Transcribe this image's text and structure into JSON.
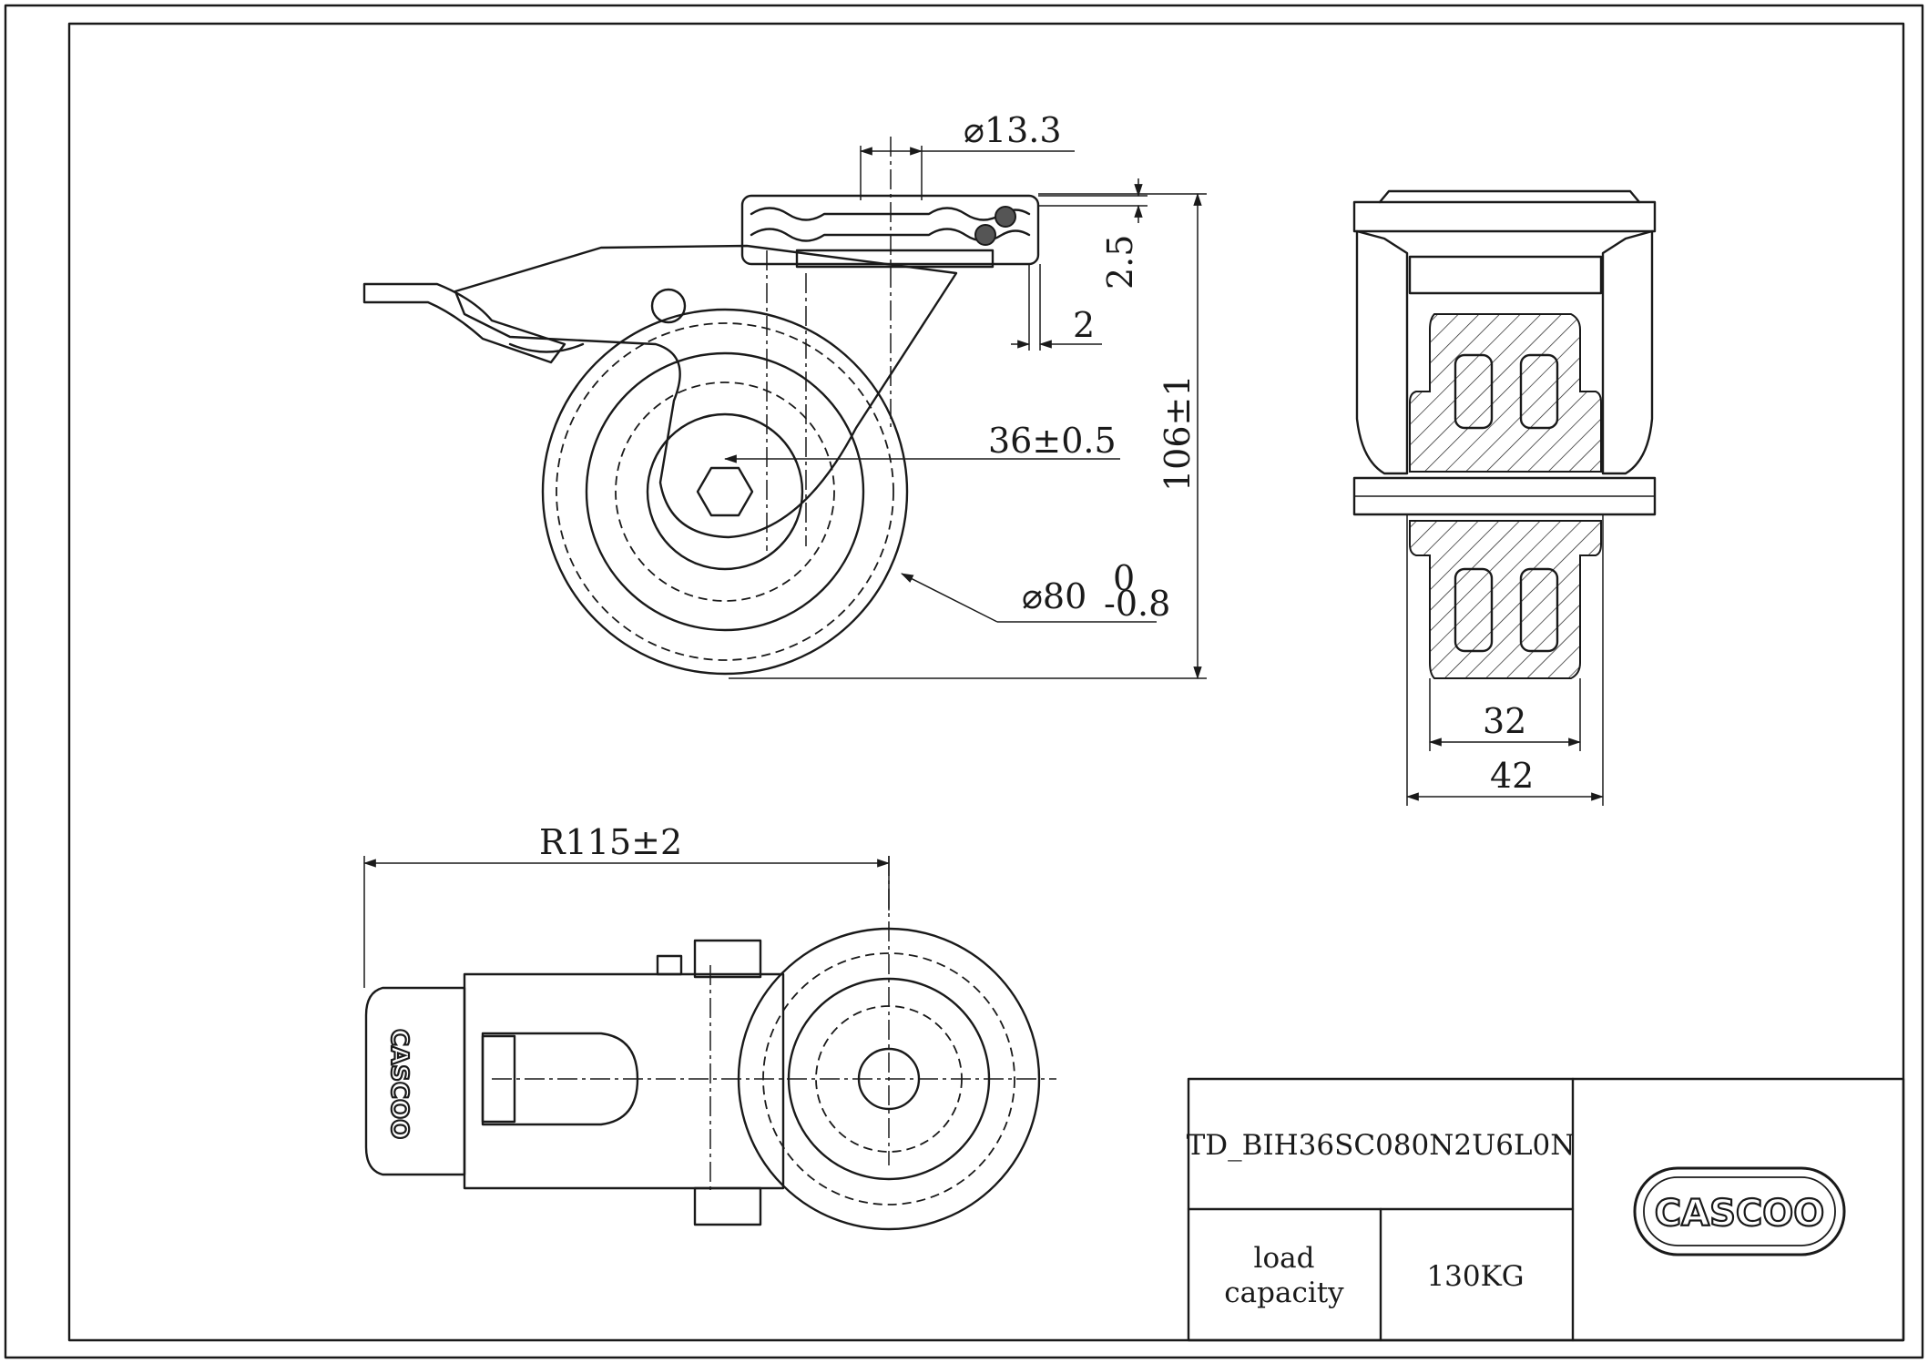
{
  "dimensions": {
    "bolt_diameter": "13.3",
    "plate_thickness": "2.5",
    "plate_offset": "2",
    "offset": "36±0.5",
    "height": "106±1",
    "wheel_diameter": "80",
    "wheel_tol_upper": "0",
    "wheel_tol_lower": "-0.8",
    "tread_width": "32",
    "fork_width": "42",
    "swivel_radius": "R115±2"
  },
  "title_block": {
    "part_number": "TD_BIH36SC080N2U6L0N",
    "load_label_line1": "load",
    "load_label_line2": "capacity",
    "load_value": "130KG"
  },
  "brand": {
    "logo_text": "CASCOO"
  }
}
